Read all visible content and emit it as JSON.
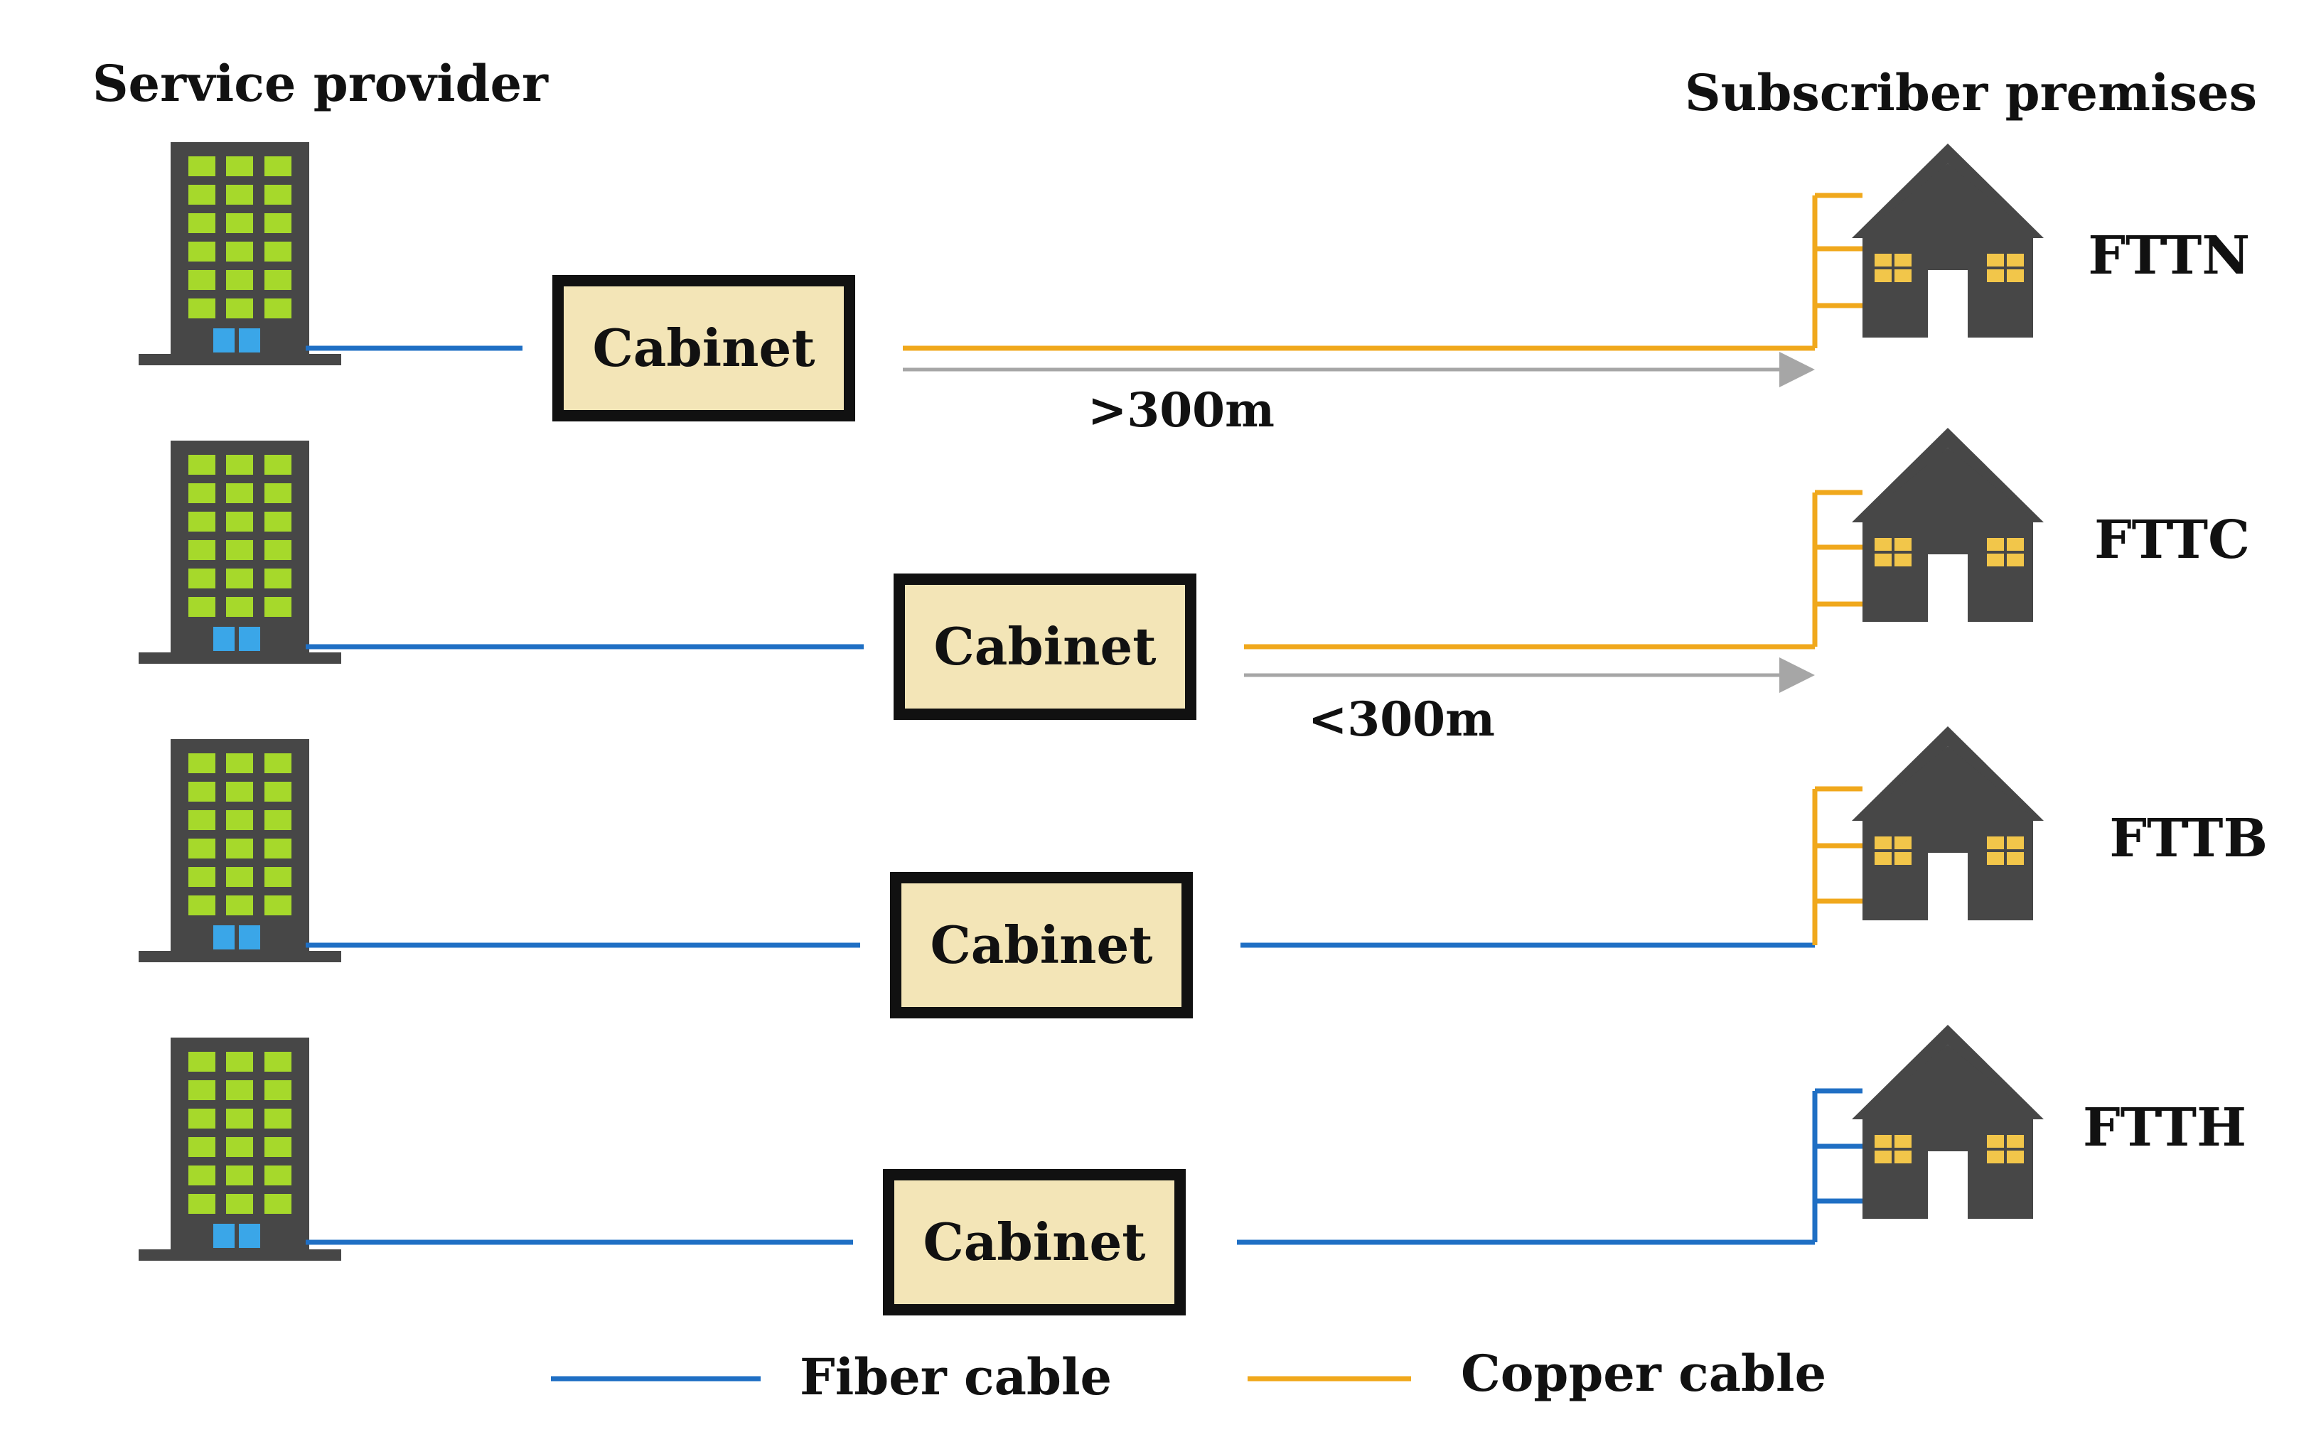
{
  "headers": {
    "left": "Service provider",
    "right": "Subscriber premises"
  },
  "rows": [
    {
      "technology": "FTTN",
      "cabinet_label": "Cabinet",
      "distance_label": ">300m",
      "last_mile": "copper"
    },
    {
      "technology": "FTTC",
      "cabinet_label": "Cabinet",
      "distance_label": "<300m",
      "last_mile": "copper"
    },
    {
      "technology": "FTTB",
      "cabinet_label": "Cabinet",
      "distance_label": "",
      "last_mile": "fiber",
      "in_building": "copper"
    },
    {
      "technology": "FTTH",
      "cabinet_label": "Cabinet",
      "distance_label": "",
      "last_mile": "fiber",
      "in_building": "fiber"
    }
  ],
  "legend": {
    "fiber_label": "Fiber cable",
    "copper_label": "Copper cable"
  },
  "colors": {
    "fiber": "#1f6fc4",
    "copper": "#f0a81c",
    "arrow": "#a6a6a6",
    "building": "#474747",
    "window": "#a6d92b",
    "door": "#3aa6e8",
    "cabinet_fill": "#f3e5b7",
    "cabinet_border": "#111111",
    "house_window": "#f2c64a"
  }
}
